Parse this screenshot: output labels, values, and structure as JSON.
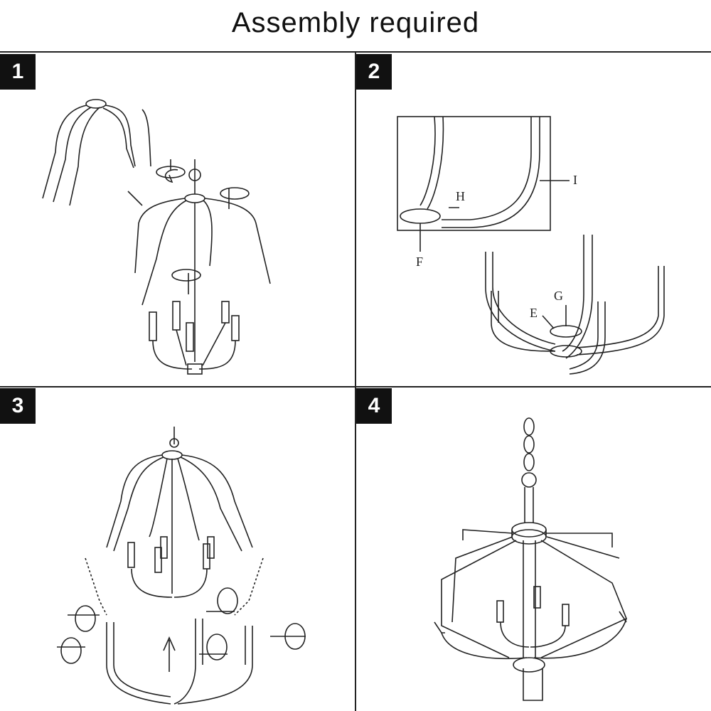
{
  "title": "Assembly required",
  "steps": [
    {
      "number": "1"
    },
    {
      "number": "2",
      "labels": {
        "H": "H",
        "I": "I",
        "F": "F",
        "G": "G",
        "E": "E"
      }
    },
    {
      "number": "3"
    },
    {
      "number": "4"
    }
  ]
}
